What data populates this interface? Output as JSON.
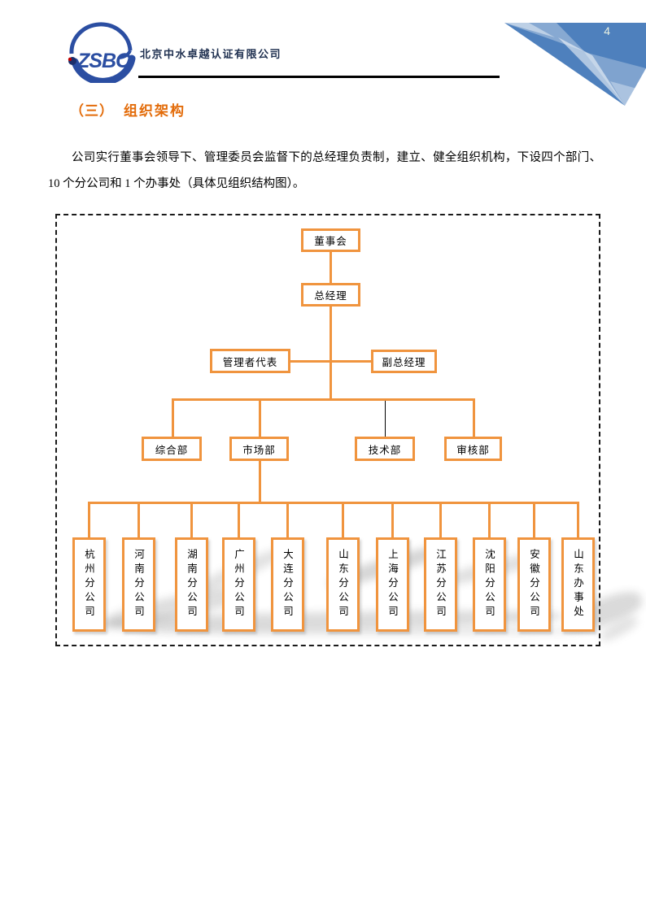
{
  "page": {
    "number": "4"
  },
  "header": {
    "logo_text": "ZSBC",
    "company_name": "北京中水卓越认证有限公司"
  },
  "section": {
    "heading_label": "（三）",
    "heading_title": "组织架构",
    "paragraph": "公司实行董事会领导下、管理委员会监督下的总经理负责制，建立、健全组织机构，下设四个部门、10 个分公司和 1 个办事处（具体见组织结构图）。"
  },
  "org_chart": {
    "board": "董事会",
    "general_manager": "总经理",
    "management_rep": "管理者代表",
    "deputy_gm": "副总经理",
    "departments": [
      "综合部",
      "市场部",
      "技术部",
      "审核部"
    ],
    "branches": [
      "杭州分公司",
      "河南分公司",
      "湖南分公司",
      "广州分公司",
      "大连分公司",
      "山东分公司",
      "上海分公司",
      "江苏分公司",
      "沈阳分公司",
      "安徽分公司",
      "山东办事处"
    ]
  },
  "colors": {
    "accent_orange": "#F0943E",
    "heading_orange": "#E36C0A",
    "corner_blue": "#4E80BD",
    "logo_blue": "#2B4EA2",
    "company_navy": "#1F3050"
  }
}
